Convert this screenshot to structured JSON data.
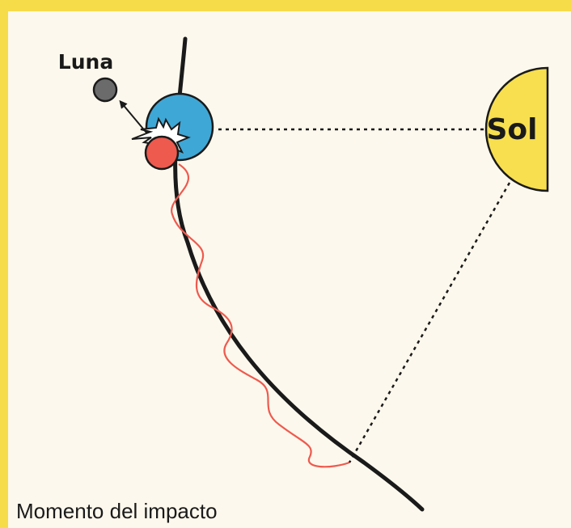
{
  "labels": {
    "moon": "Luna",
    "sun": "Sol",
    "caption": "Momento del impacto"
  },
  "colors": {
    "frame": "#f7dc4a",
    "background": "#fdf8ed",
    "earth": "#3fa7d6",
    "impactor": "#ee5a4e",
    "moon": "#6b6b6b",
    "sun": "#f7df4f",
    "orbit": "#1a1a1a",
    "wave": "#ee5a4e"
  },
  "icons": {
    "impact": "explosion-burst-icon",
    "direction": "arrow-icon"
  }
}
